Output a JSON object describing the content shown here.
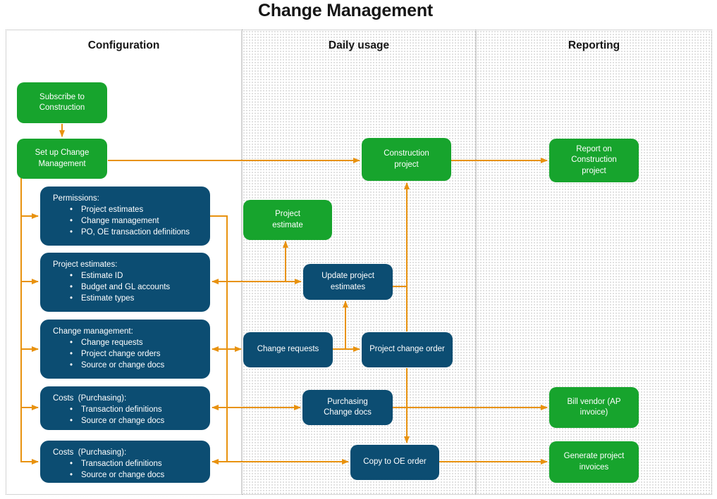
{
  "title": "Change Management",
  "columns": [
    {
      "label": "Configuration"
    },
    {
      "label": "Daily usage"
    },
    {
      "label": "Reporting"
    }
  ],
  "colors": {
    "node_green": "#17A42D",
    "node_blue": "#0C4D72",
    "arrow_orange": "#E8920F",
    "text_on_node": "#FFFFFF",
    "heading_text": "#161616"
  },
  "nodes": {
    "subscribe": {
      "label": "Subscribe to Construction"
    },
    "setup": {
      "label": "Set up Change Management"
    },
    "permissions": {
      "title": "Permissions:",
      "bullets": [
        "Project estimates",
        "Change management",
        "PO, OE transaction definitions"
      ]
    },
    "project_estimates": {
      "title": "Project estimates:",
      "bullets": [
        "Estimate ID",
        "Budget and GL accounts",
        "Estimate types"
      ]
    },
    "change_management": {
      "title": "Change management:",
      "bullets": [
        "Change requests",
        "Project change orders",
        "Source or change docs"
      ]
    },
    "costs_purchasing_1": {
      "title": "Costs  (Purchasing):",
      "bullets": [
        "Transaction definitions",
        "Source or change docs"
      ]
    },
    "costs_purchasing_2": {
      "title": "Costs  (Purchasing):",
      "bullets": [
        "Transaction definitions",
        "Source or change docs"
      ]
    },
    "project_estimate": {
      "label": "Project estimate"
    },
    "construction_project": {
      "label": "Construction project"
    },
    "update_project_estimates": {
      "label": "Update project estimates"
    },
    "change_requests": {
      "label": "Change requests"
    },
    "project_change_order": {
      "label": "Project change order"
    },
    "purchasing_change_docs": {
      "label": "Purchasing Change docs"
    },
    "copy_to_oe_order": {
      "label": "Copy to OE order"
    },
    "report_on_construction_project": {
      "label": "Report on Construction project"
    },
    "bill_vendor_ap_invoice": {
      "label": "Bill vendor (AP invoice)"
    },
    "generate_project_invoices": {
      "label": "Generate project invoices"
    }
  }
}
